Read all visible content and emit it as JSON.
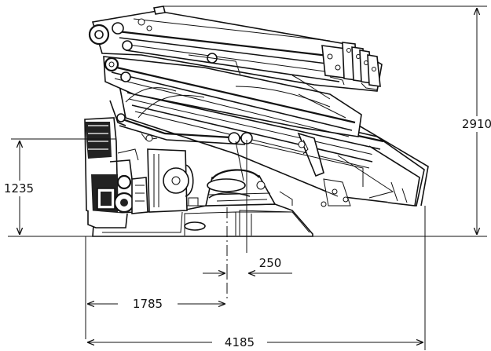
{
  "dimensions": {
    "total_height": "2910",
    "base_height": "1235",
    "center_offset": "250",
    "column_distance": "1785",
    "total_length": "4185"
  }
}
